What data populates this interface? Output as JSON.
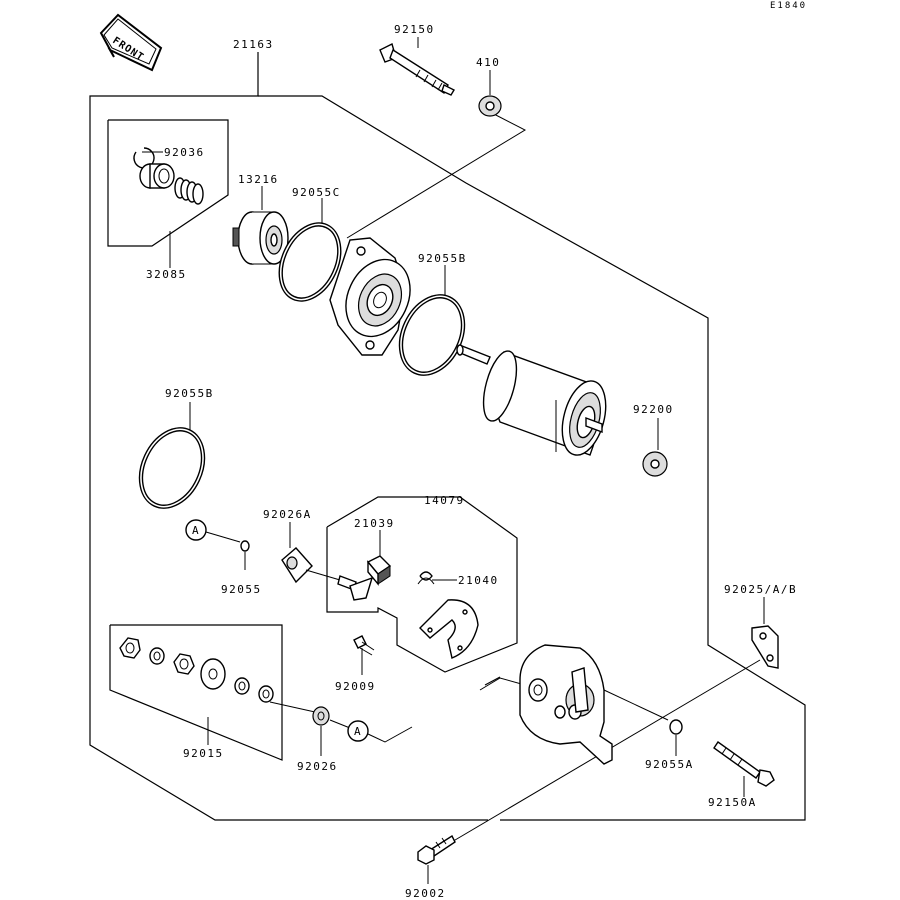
{
  "diagram_code": "E1840",
  "front_label": "FRONT",
  "ref_marker": "A",
  "parts": {
    "p21163": "21163",
    "p92150": "92150",
    "p410": "410",
    "p92036": "92036",
    "p32085": "32085",
    "p13216": "13216",
    "p92055C": "92055C",
    "p92055B_top": "92055B",
    "p92055B_left": "92055B",
    "p92200": "92200",
    "p92026A": "92026A",
    "p14079": "14079",
    "p21039": "21039",
    "p21040": "21040",
    "p92055": "92055",
    "p92009": "92009",
    "p92025AB": "92025/A/B",
    "p92015": "92015",
    "p92026": "92026",
    "p92055A": "92055A",
    "p92150A": "92150A",
    "p92002": "92002"
  }
}
